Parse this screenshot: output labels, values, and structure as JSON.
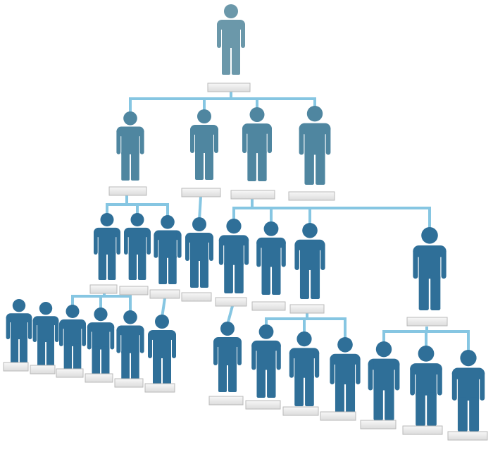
{
  "diagram": {
    "type": "org-chart",
    "levels": [
      1,
      4,
      8,
      13
    ],
    "colors": {
      "top_figure": "#6b98aa",
      "upper_figure": "#4f86a0",
      "lower_figure": "#2f6f98",
      "connector": "#86c6e2",
      "label_box": "#e8e8e8",
      "label_border": "#b9b9b9"
    }
  }
}
